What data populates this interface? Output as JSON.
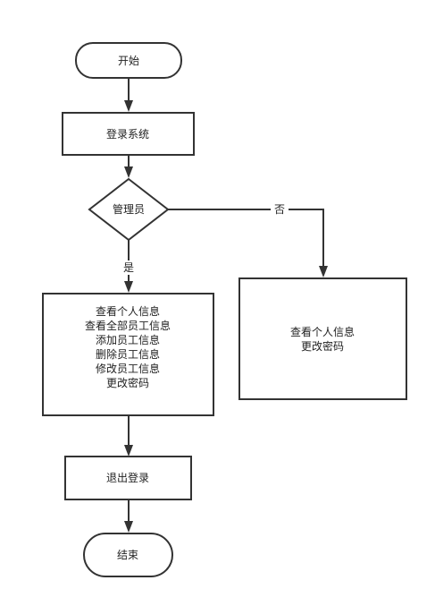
{
  "nodes": {
    "start": "开始",
    "login": "登录系统",
    "is_admin": "管理员",
    "admin_ops": [
      "查看个人信息",
      "查看全部员工信息",
      "添加员工信息",
      "删除员工信息",
      "修改员工信息",
      "更改密码"
    ],
    "user_ops": [
      "查看个人信息",
      "更改密码"
    ],
    "logout": "退出登录",
    "end": "结束"
  },
  "edges": {
    "yes": "是",
    "no": "否"
  }
}
